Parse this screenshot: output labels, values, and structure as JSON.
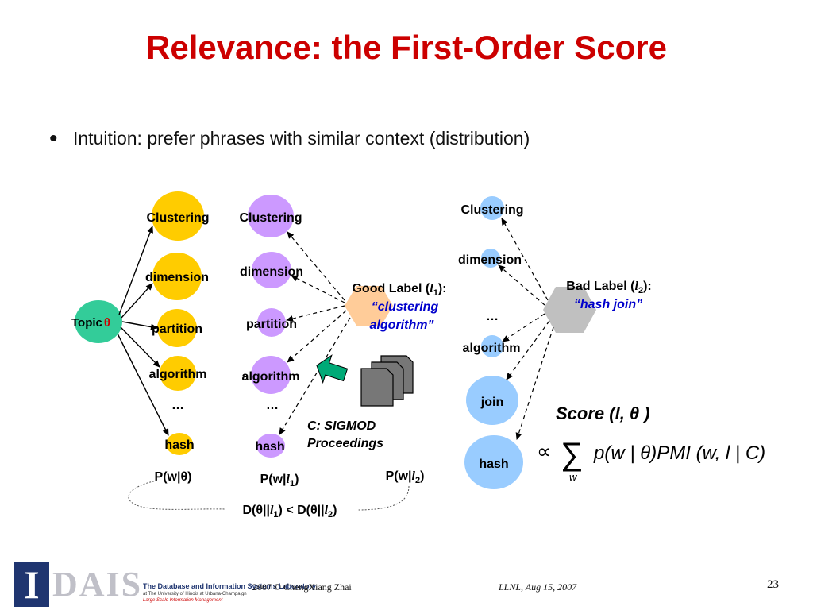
{
  "slide": {
    "title": "Relevance: the First-Order Score",
    "bullet": "Intuition: prefer phrases with similar context (distribution)"
  },
  "diagram": {
    "topic_label": "Topic",
    "theta": "θ",
    "col1": {
      "words": [
        "Clustering",
        "dimension",
        "partition",
        "algorithm",
        "…",
        "hash"
      ],
      "prob_label": "P(w|θ)"
    },
    "col2": {
      "words": [
        "Clustering",
        "dimension",
        "partition",
        "algorithm",
        "…",
        "hash"
      ],
      "prob_label_prefix": "P(w|",
      "prob_label_var": "l",
      "prob_label_sub": "1",
      "prob_label_suffix": ")"
    },
    "good_label": {
      "line1_prefix": "Good Label (",
      "var": "l",
      "sub": "1",
      "line1_suffix": "):",
      "phrase_line1": "clustering",
      "phrase_line2": "algorithm",
      "open_quote": "“",
      "close_quote": "”"
    },
    "collection": {
      "line1": "C: SIGMOD",
      "line2": "Proceedings"
    },
    "prob_l2": {
      "prefix": "P(w|",
      "var": "l",
      "sub": "2",
      "suffix": ")"
    },
    "divergence": {
      "left_prefix": "D(θ||",
      "var": "l",
      "sub1": "1",
      "mid": ") < D(θ||",
      "sub2": "2",
      "suffix": ")"
    },
    "col3": {
      "words": [
        "Clustering",
        "dimension",
        "…",
        "algorithm",
        "join",
        "hash"
      ]
    },
    "bad_label": {
      "line1_prefix": "Bad Label (",
      "var": "l",
      "sub": "2",
      "line1_suffix": "):",
      "phrase": "hash join",
      "open_quote": "“",
      "close_quote": "”"
    },
    "score": {
      "title": "Score (l,  θ )",
      "propto": "∝",
      "sum": "∑",
      "sum_sub": "w",
      "formula": "p(w | θ)PMI (w, l | C)"
    }
  },
  "footer": {
    "logo_letter": "I",
    "logo_word": "DAIS",
    "lab_name": "The Database and Information Systems Laboratory",
    "lab_sub": "at The University of Illinois at Urbana-Champaign",
    "lab_sub2": "Large Scale Information Management",
    "copyright": "2007  © ChengXiang Zhai",
    "venue": "LLNL,   Aug 15, 2007",
    "page_number": "23"
  },
  "colors": {
    "title": "#cc0000",
    "topic": "#33cc99",
    "col1_nodes": "#ffcc00",
    "col2_nodes": "#cc99ff",
    "col3_nodes": "#99ccff",
    "good_label_hex": "#ffcc99",
    "bad_label_hex": "#c0c0c0",
    "label_phrase": "#0000cc",
    "arrow_green": "#00aa77"
  }
}
